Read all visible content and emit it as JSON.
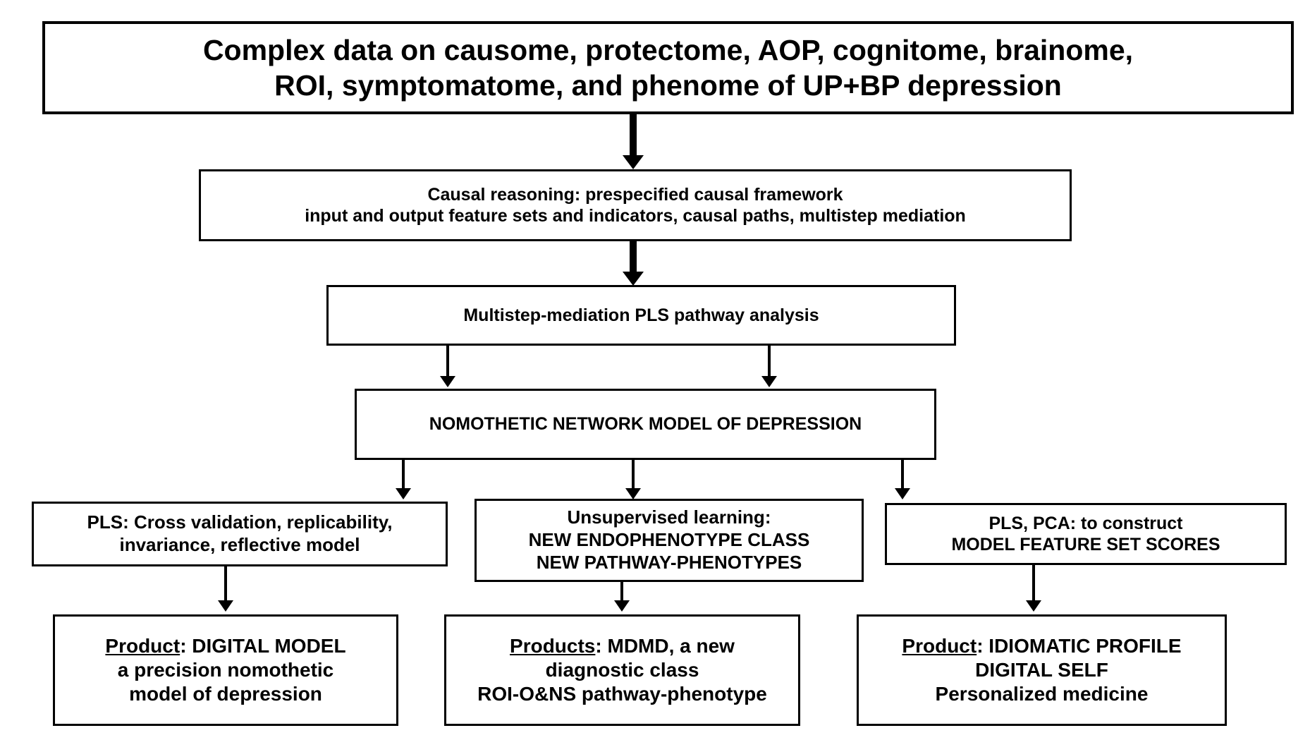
{
  "diagram": {
    "title": "Nomothetic network model of depression workflow",
    "colors": {
      "stroke": "#000000",
      "fill": "#ffffff",
      "text": "#000000"
    },
    "nodes": {
      "top": {
        "id": "complex-data",
        "lines": [
          "Complex data on causome, protectome, AOP, cognitome, brainome,",
          "ROI, symptomatome, and phenome of UP+BP depression"
        ]
      },
      "causal": {
        "id": "causal-reasoning",
        "lines": [
          "Causal reasoning: prespecified causal framework",
          "input and output feature sets and indicators, causal paths, multistep mediation"
        ]
      },
      "pls": {
        "id": "pls-pathway-analysis",
        "lines": [
          "Multistep-mediation PLS pathway analysis"
        ]
      },
      "nomothetic": {
        "id": "nomothetic-network-model",
        "lines": [
          "NOMOTHETIC NETWORK MODEL OF DEPRESSION"
        ]
      },
      "cross_validation": {
        "id": "pls-cross-validation",
        "lines": [
          "PLS: Cross validation, replicability,",
          "invariance, reflective model"
        ]
      },
      "unsupervised": {
        "id": "unsupervised-learning",
        "lines": [
          "Unsupervised learning:",
          "NEW ENDOPHENOTYPE CLASS",
          "NEW PATHWAY-PHENOTYPES"
        ]
      },
      "pca": {
        "id": "pls-pca-feature-scores",
        "lines": [
          "PLS, PCA: to construct",
          "MODEL FEATURE SET SCORES"
        ]
      },
      "product_left": {
        "id": "product-digital-model",
        "label": "Product",
        "label_suffix": ": DIGITAL MODEL",
        "lines": [
          "a precision nomothetic",
          "model of depression"
        ]
      },
      "product_mid": {
        "id": "products-mdmd",
        "label": "Products",
        "label_suffix": ": MDMD, a new",
        "lines": [
          "diagnostic class",
          "ROI-O&NS pathway-phenotype"
        ]
      },
      "product_right": {
        "id": "product-idiomatic-profile",
        "label": "Product",
        "label_suffix": ": IDIOMATIC PROFILE",
        "lines": [
          "DIGITAL SELF",
          "Personalized medicine"
        ]
      }
    }
  }
}
